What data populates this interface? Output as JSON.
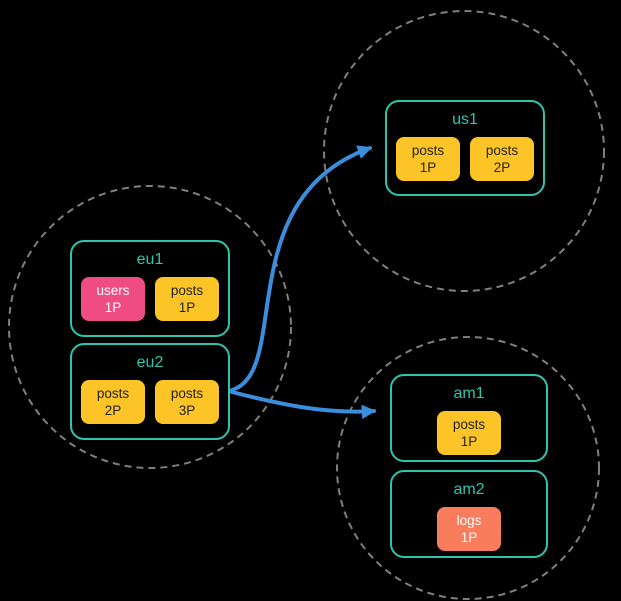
{
  "colors": {
    "background": "#000000",
    "node_border": "#2ec4ae",
    "node_title": "#2ec4ae",
    "shard_yellow": "#fcc426",
    "shard_dark_text": "#222222",
    "shard_pink": "#ee4c83",
    "shard_orange": "#f97c5d",
    "shard_light_text": "#ffffff",
    "arrow": "#3b8ede",
    "region_dash": "#7f7f7f"
  },
  "regions": {
    "us": {
      "name": "us-region-circle"
    },
    "eu": {
      "name": "eu-region-circle"
    },
    "am": {
      "name": "am-region-circle"
    }
  },
  "nodes": {
    "us1": {
      "title": "us1",
      "shards": [
        {
          "name": "posts",
          "part": "1P",
          "color": "yellow"
        },
        {
          "name": "posts",
          "part": "2P",
          "color": "yellow"
        }
      ]
    },
    "eu1": {
      "title": "eu1",
      "shards": [
        {
          "name": "users",
          "part": "1P",
          "color": "pink"
        },
        {
          "name": "posts",
          "part": "1P",
          "color": "yellow"
        }
      ]
    },
    "eu2": {
      "title": "eu2",
      "shards": [
        {
          "name": "posts",
          "part": "2P",
          "color": "yellow"
        },
        {
          "name": "posts",
          "part": "3P",
          "color": "yellow"
        }
      ]
    },
    "am1": {
      "title": "am1",
      "shards": [
        {
          "name": "posts",
          "part": "1P",
          "color": "yellow"
        }
      ]
    },
    "am2": {
      "title": "am2",
      "shards": [
        {
          "name": "logs",
          "part": "1P",
          "color": "orange"
        }
      ]
    }
  },
  "arrows": [
    {
      "from": "eu2",
      "to": "us1"
    },
    {
      "from": "eu2",
      "to": "am1"
    }
  ]
}
